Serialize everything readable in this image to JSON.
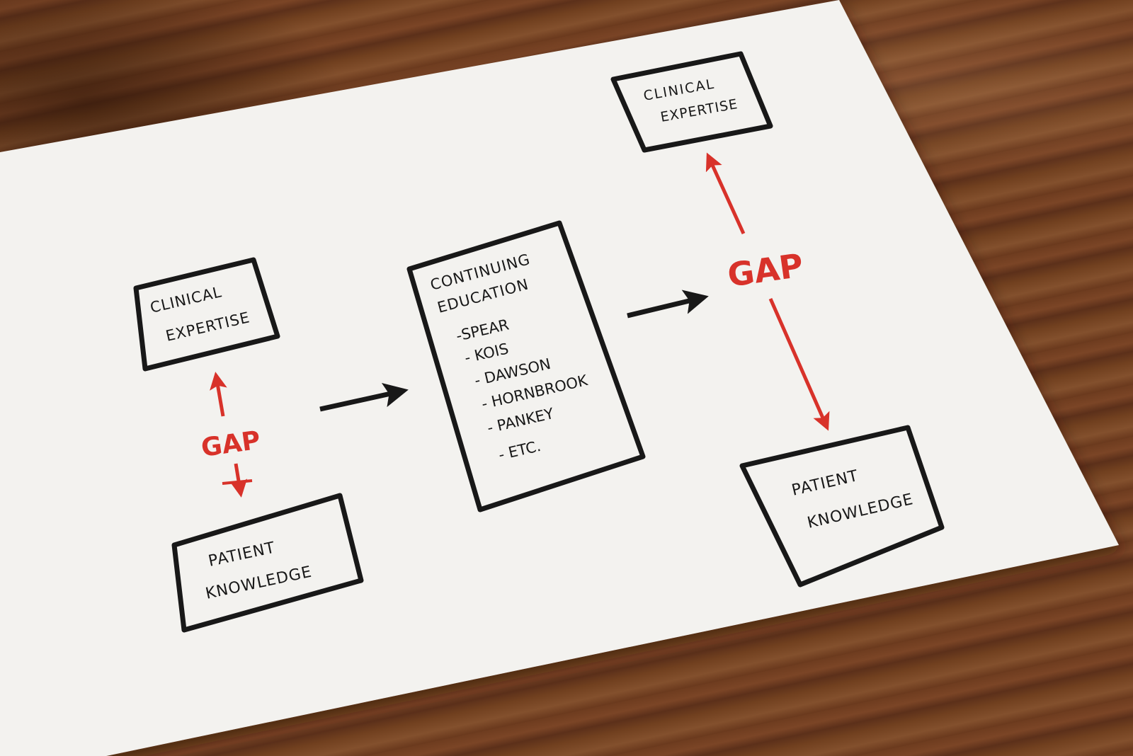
{
  "colors": {
    "paper": "#f3f2ef",
    "ink": "#181818",
    "red": "#d8322a",
    "wood": "#6e3c1f"
  },
  "diagram": {
    "left": {
      "clinical": [
        "CLINICAL",
        "EXPERTISE"
      ],
      "patient": [
        "PATIENT",
        "KNOWLEDGE"
      ],
      "gap": "GAP"
    },
    "middle": {
      "title": [
        "CONTINUING",
        "EDUCATION"
      ],
      "items": [
        "-SPEAR",
        "- KOIS",
        "- DAWSON",
        "- HORNBROOK",
        "- PANKEY",
        "- ETC."
      ]
    },
    "right": {
      "clinical": [
        "CLINICAL",
        "EXPERTISE"
      ],
      "patient": [
        "PATIENT",
        "KNOWLEDGE"
      ],
      "gap": "GAP"
    }
  }
}
